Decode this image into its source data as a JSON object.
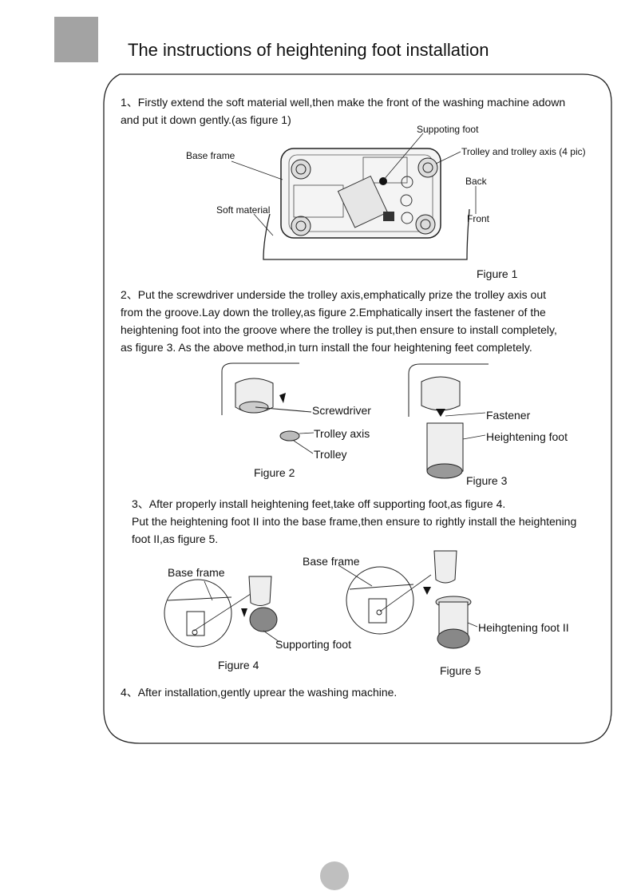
{
  "header": {
    "title": "The  instructions of heightening foot installation"
  },
  "steps": {
    "step1_line1": "1、Firstly extend the soft material well,then make the front of the washing machine  adown",
    "step1_line2": "and put it down gently.(as figure 1)",
    "step2_line1": "2、Put the screwdriver underside the trolley axis,emphatically prize the trolley axis out",
    "step2_line2": "from the groove.Lay down the trolley,as figure 2.Emphatically insert the fastener of the",
    "step2_line3": "heightening foot into the groove where the trolley is put,then ensure to install completely,",
    "step2_line4": "as figure 3. As the above method,in turn install the four heightening feet completely.",
    "step3_line1": "3、After properly install  heightening feet,take off supporting foot,as figure 4.",
    "step3_line2": "Put the heightening foot II into the base frame,then ensure to rightly install the heightening",
    "step3_line3": "foot II,as figure 5.",
    "step4_line1": "4、After installation,gently  uprear the washing machine."
  },
  "figure1": {
    "caption": "Figure 1",
    "label_supporting_foot": "Suppoting foot",
    "label_trolley": "Trolley and trolley axis (4 pic)",
    "label_base_frame": "Base frame",
    "label_back": "Back",
    "label_soft_material": "Soft material",
    "label_front": "Front"
  },
  "figure2": {
    "caption": "Figure 2",
    "label_screwdriver": "Screwdriver",
    "label_trolley_axis": "Trolley axis",
    "label_trolley": "Trolley"
  },
  "figure3": {
    "caption": "Figure 3",
    "label_fastener": "Fastener",
    "label_heightening_foot": "Heightening foot"
  },
  "figure4": {
    "caption": "Figure 4",
    "label_base_frame": "Base frame",
    "label_supporting_foot": "Supporting foot"
  },
  "figure5": {
    "caption": "Figure 5",
    "label_base_frame": "Base frame",
    "label_foot2": "Heihgtening foot II"
  }
}
